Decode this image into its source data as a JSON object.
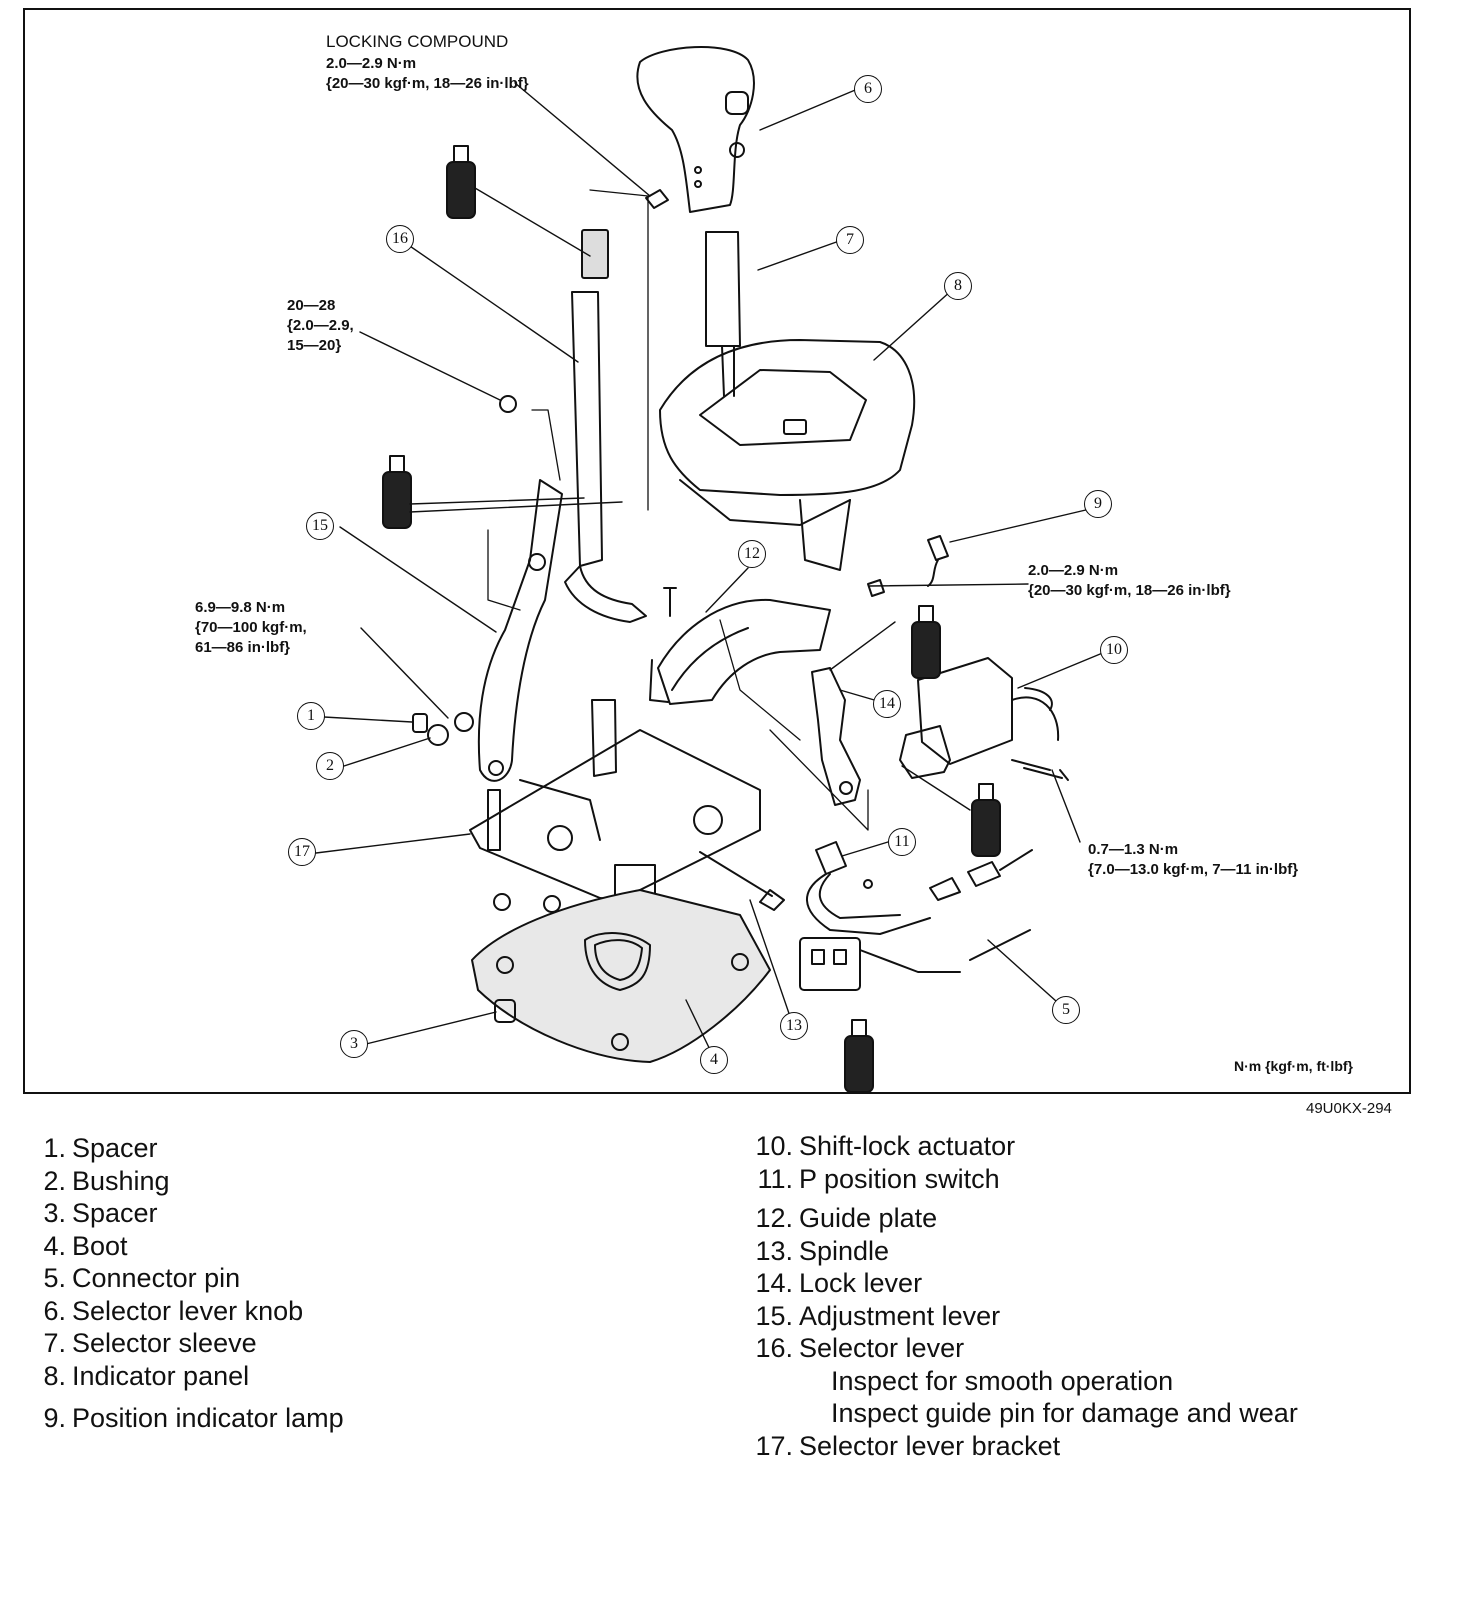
{
  "notes": {
    "locking_compound": "LOCKING COMPOUND",
    "torque_knob_nm": "2.0—2.9 N·m",
    "torque_knob_alt": "{20—30 kgf·m, 18—26 in·lbf}",
    "torque_lever_1": "20—28",
    "torque_lever_2": "{2.0—2.9,",
    "torque_lever_3": "15—20}",
    "torque_lamp_nm": "2.0—2.9 N·m",
    "torque_lamp_alt": "{20—30 kgf·m, 18—26 in·lbf}",
    "torque_bushing_1": "6.9—9.8 N·m",
    "torque_bushing_2": "{70—100 kgf·m,",
    "torque_bushing_3": "61—86 in·lbf}",
    "torque_actuator_nm": "0.7—1.3 N·m",
    "torque_actuator_alt": "{7.0—13.0 kgf·m, 7—11 in·lbf}",
    "units": "N·m {kgf·m, ft·lbf}",
    "figure_code": "49U0KX-294"
  },
  "callouts": [
    "1",
    "2",
    "3",
    "4",
    "5",
    "6",
    "7",
    "8",
    "9",
    "10",
    "11",
    "12",
    "13",
    "14",
    "15",
    "16",
    "17"
  ],
  "legend_left": [
    {
      "num": "1.",
      "label": "Spacer"
    },
    {
      "num": "2.",
      "label": "Bushing"
    },
    {
      "num": "3.",
      "label": "Spacer"
    },
    {
      "num": "4.",
      "label": "Boot"
    },
    {
      "num": "5.",
      "label": "Connector pin"
    },
    {
      "num": "6.",
      "label": "Selector lever knob"
    },
    {
      "num": "7.",
      "label": "Selector sleeve"
    },
    {
      "num": "8.",
      "label": "Indicator panel"
    },
    {
      "num": "9.",
      "label": "Position indicator lamp"
    }
  ],
  "legend_right": [
    {
      "num": "10.",
      "label": "Shift-lock actuator"
    },
    {
      "num": "11.",
      "label": "P position switch"
    },
    {
      "num": "12.",
      "label": "Guide plate"
    },
    {
      "num": "13.",
      "label": "Spindle"
    },
    {
      "num": "14.",
      "label": "Lock lever"
    },
    {
      "num": "15.",
      "label": "Adjustment lever"
    },
    {
      "num": "16.",
      "label": "Selector lever"
    }
  ],
  "legend_right_sub": [
    "Inspect for smooth operation",
    "Inspect guide pin for damage and wear"
  ],
  "legend_right_last": {
    "num": "17.",
    "label": "Selector lever bracket"
  }
}
